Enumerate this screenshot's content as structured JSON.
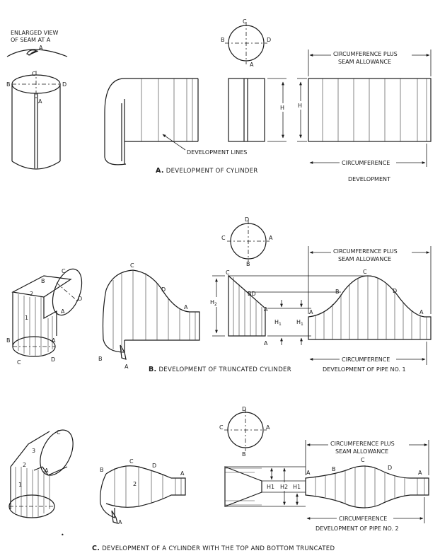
{
  "section_a": {
    "enlarged_view": [
      "ENLARGED VIEW",
      "OF SEAM AT A"
    ],
    "seam_label": "A",
    "cyl_labels": {
      "c": "C",
      "b": "B",
      "d": "D",
      "a": "A"
    },
    "circle_labels": {
      "c": "C",
      "b": "B",
      "d": "D",
      "a": "A"
    },
    "h_label": "H",
    "dev_lines_label": "DEVELOPMENT LINES",
    "circ_plus": [
      "CIRCUMFERENCE PLUS",
      "SEAM ALLOWANCE"
    ],
    "circumference": "CIRCUMFERENCE",
    "development": "DEVELOPMENT",
    "caption_letter": "A.",
    "caption_text": "DEVELOPMENT OF CYLINDER"
  },
  "section_b": {
    "elbow_labels": {
      "c": "C",
      "b": "B",
      "d": "D",
      "a": "A",
      "b2": "B",
      "a2": "A",
      "c2": "C",
      "d2": "D",
      "p1": "1",
      "p2": "2"
    },
    "circle_labels": {
      "d": "D",
      "c": "C",
      "a": "A",
      "b": "B"
    },
    "pattern_labels": {
      "c": "C",
      "d": "D",
      "a": "A",
      "b": "B",
      "a2": "A"
    },
    "profile_labels": {
      "c": "C",
      "bd": "BD",
      "a": "A",
      "a2": "A"
    },
    "h2": "H",
    "h2_sub": "2",
    "h1a": "H",
    "h1a_sub": "1",
    "h1b": "H",
    "h1b_sub": "1",
    "dev_labels": {
      "a": "A",
      "b": "B",
      "c": "C",
      "d": "D",
      "a2": "A"
    },
    "circ_plus": [
      "CIRCUMFERENCE PLUS",
      "SEAM ALLOWANCE"
    ],
    "circumference": "CIRCUMFERENCE",
    "development": "DEVELOPMENT OF PIPE NO. 1",
    "caption_letter": "B.",
    "caption_text": "DEVELOPMENT OF TRUNCATED CYLINDER"
  },
  "section_c": {
    "elbow_labels": {
      "c": "C",
      "p1": "1",
      "p2": "2",
      "p3": "3",
      "a": "A"
    },
    "circle_labels": {
      "d": "D",
      "c": "C",
      "a": "A",
      "b": "B"
    },
    "pattern_labels": {
      "b": "B",
      "c": "C",
      "d": "D",
      "a": "A",
      "a2": "A",
      "num": "2"
    },
    "profile_labels": {
      "h1a": "H1",
      "h2": "H2",
      "h1b": "H1"
    },
    "dev_labels": {
      "a": "A",
      "b": "B",
      "c": "C",
      "d": "D",
      "a2": "A"
    },
    "circ_plus": [
      "CIRCUMFERENCE PLUS",
      "SEAM ALLOWANCE"
    ],
    "circumference": "CIRCUMFERENCE",
    "development": "DEVELOPMENT OF PIPE NO. 2",
    "caption_letter": "C.",
    "caption_text": "DEVELOPMENT OF A CYLINDER WITH THE TOP AND BOTTOM TRUNCATED",
    "stray_mark": "•"
  }
}
